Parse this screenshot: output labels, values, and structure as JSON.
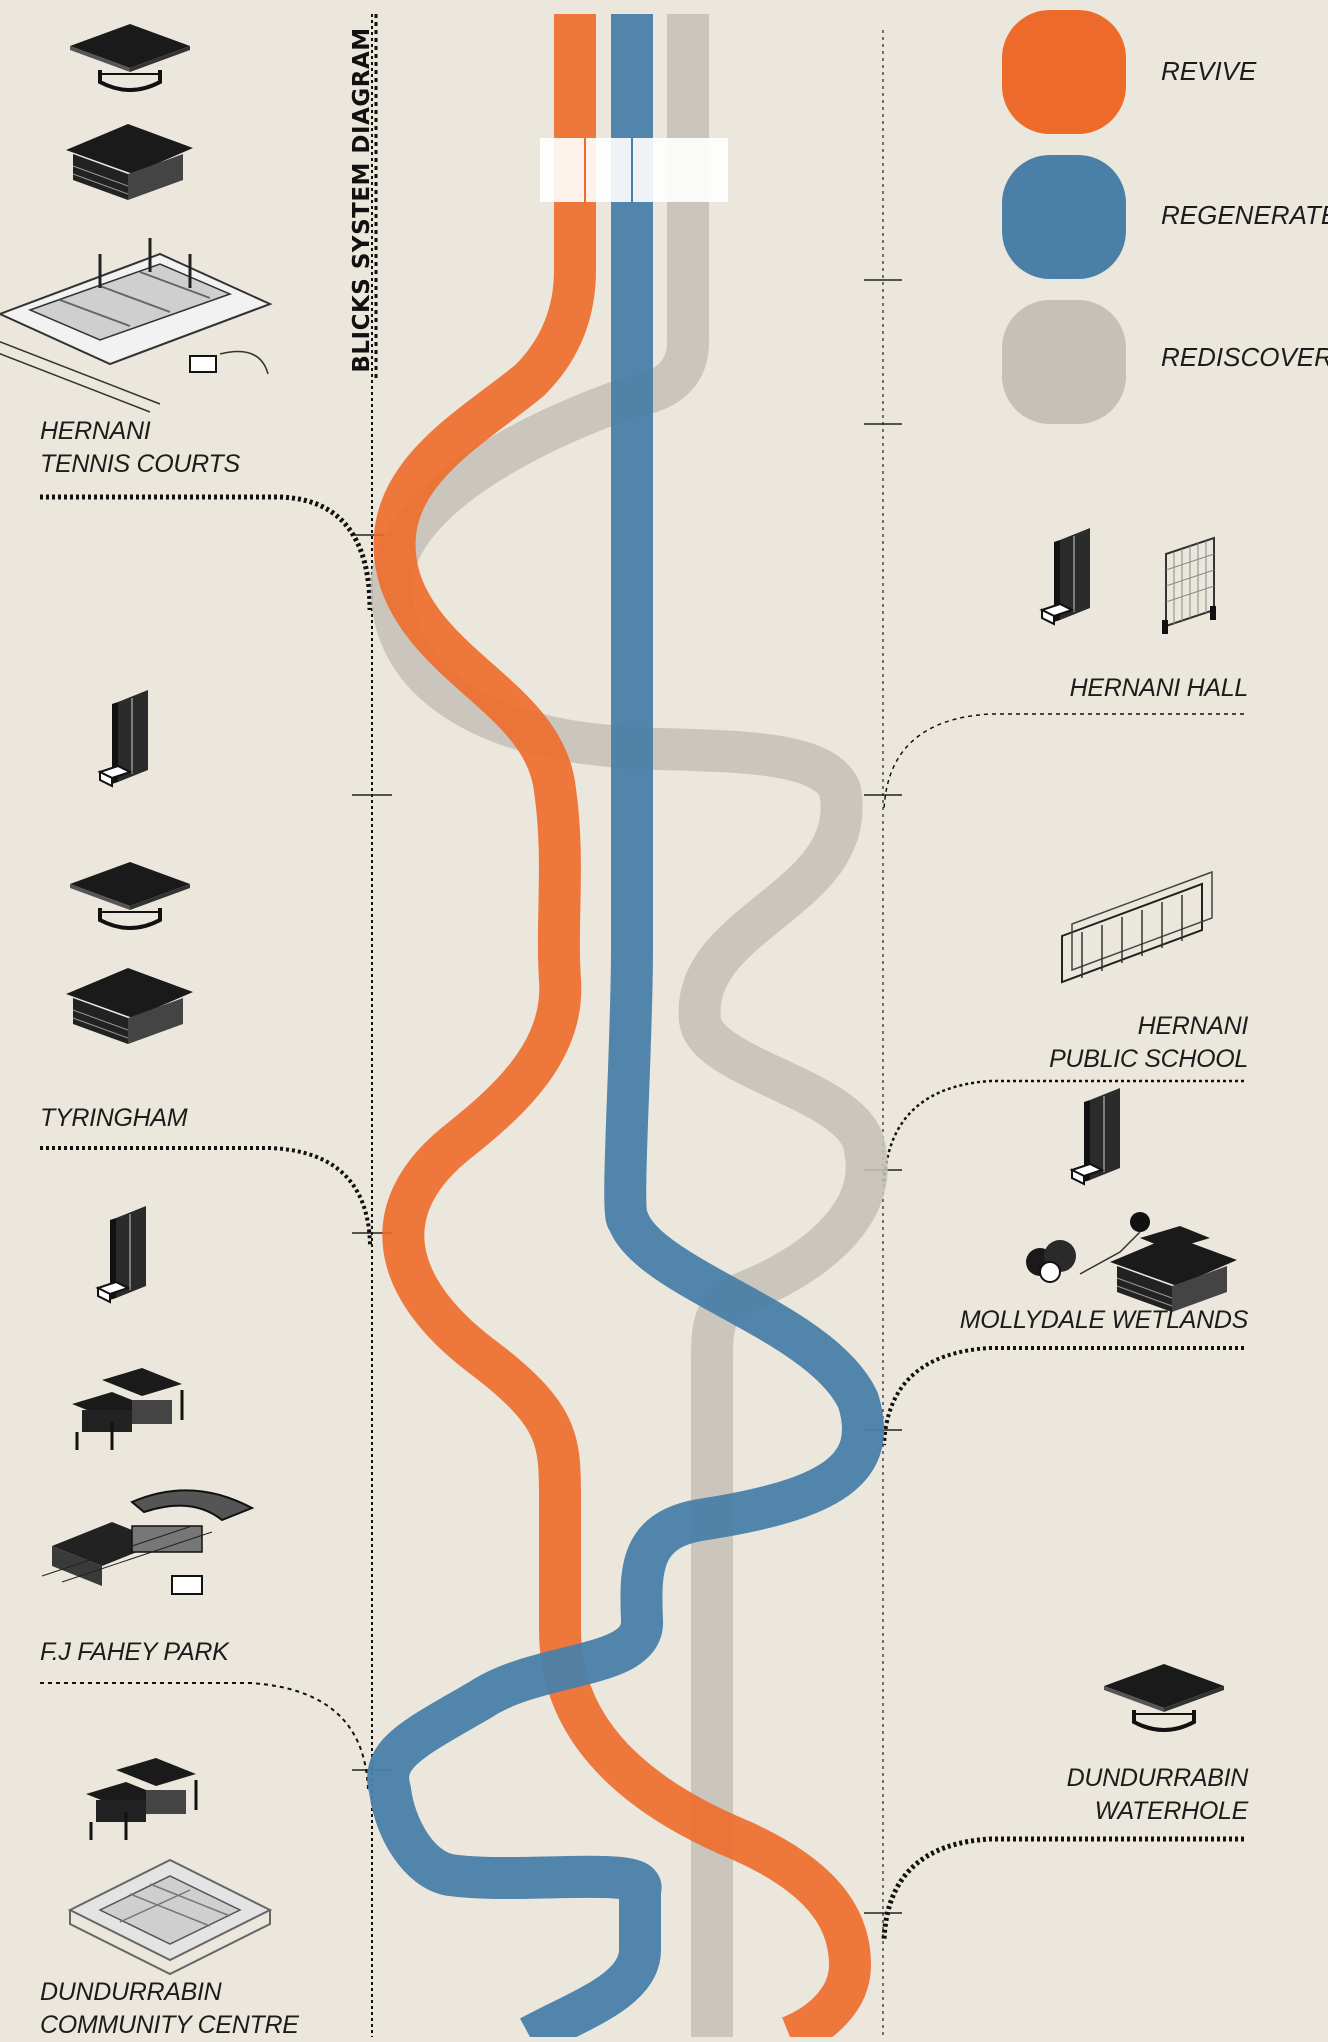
{
  "title": "BLICKS SYSTEM DIAGRAM",
  "legend": [
    {
      "label": "REVIVE",
      "color": "#ee6a2a"
    },
    {
      "label": "REGENERATE",
      "color": "#4a7fa8"
    },
    {
      "label": "REDISCOVER",
      "color": "#c5c1b8"
    }
  ],
  "left_sites": [
    {
      "lines": [
        "HERNANI",
        "TENNIS COURTS"
      ],
      "icons": [
        "shelter-icon",
        "shelter-icon",
        "tennis-court-plan-icon"
      ]
    },
    {
      "lines": [
        "TYRINGHAM"
      ],
      "icons": [
        "panel-icon",
        "shelter-icon",
        "shelter-icon"
      ]
    },
    {
      "lines": [
        "F.J FAHEY PARK"
      ],
      "icons": [
        "panel-icon",
        "pavilion-icon",
        "building-complex-icon"
      ]
    },
    {
      "lines": [
        "DUNDURRABIN",
        "COMMUNITY CENTRE"
      ],
      "icons": [
        "pavilion-icon",
        "building-plan-icon"
      ]
    }
  ],
  "right_sites": [
    {
      "lines": [
        "HERNANI HALL"
      ],
      "icons": [
        "panel-icon",
        "frame-icon"
      ]
    },
    {
      "lines": [
        "HERNANI",
        "PUBLIC SCHOOL"
      ],
      "icons": [
        "fence-screen-icon"
      ]
    },
    {
      "lines": [
        "MOLLYDALE WETLANDS"
      ],
      "icons": [
        "panel-icon",
        "trees-icon",
        "shelter-icon"
      ]
    },
    {
      "lines": [
        "DUNDURRABIN",
        "WATERHOLE"
      ],
      "icons": [
        "shelter-icon"
      ]
    }
  ]
}
